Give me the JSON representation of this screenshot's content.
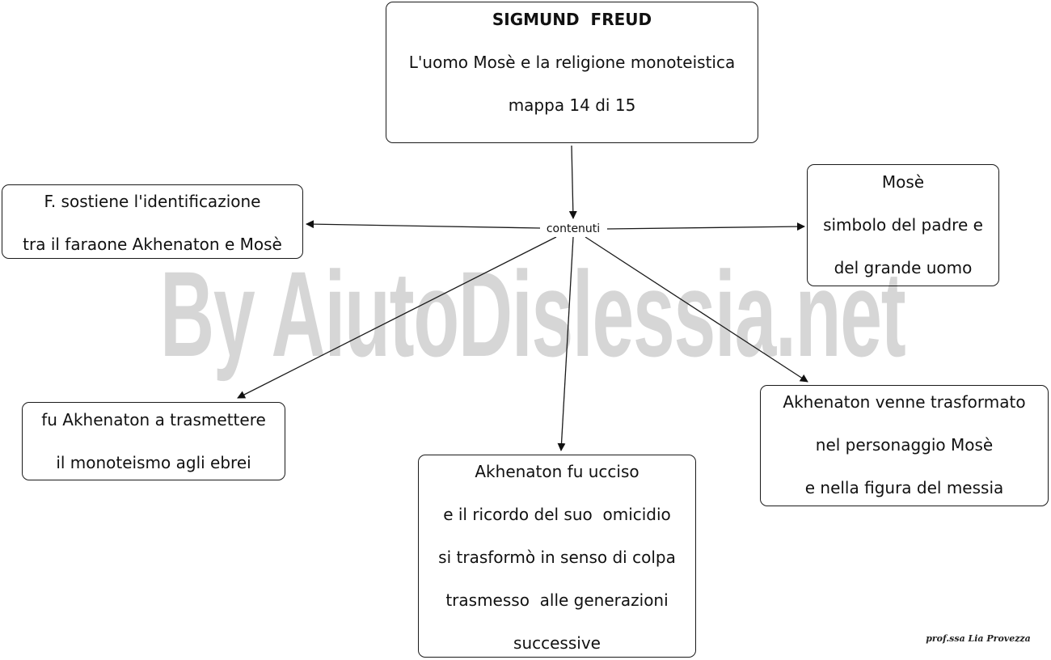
{
  "watermark": "By AiutoDislessia.net",
  "hub_label": "contenuti",
  "title_node": {
    "title": "SIGMUND  FREUD",
    "subtitle": "L'uomo Mosè e la religione monoteistica",
    "counter": "mappa 14 di 15"
  },
  "nodes": {
    "identificazione": [
      "F. sostiene l'identificazione",
      "tra il faraone Akhenaton e Mosè"
    ],
    "mose_simbolo": [
      "Mosè",
      "simbolo del padre e",
      "del grande uomo"
    ],
    "monoteismo": [
      "fu Akhenaton a trasmettere",
      "il monoteismo agli ebrei"
    ],
    "ucciso": [
      "Akhenaton fu ucciso",
      "e il ricordo del suo  omicidio",
      "si trasformò in senso di colpa",
      "trasmesso  alle generazioni",
      "successive"
    ],
    "trasformato": [
      "Akhenaton venne trasformato",
      "nel personaggio Mosè",
      "e nella figura del messia"
    ]
  },
  "signature": "prof.ssa Lia Provezza",
  "colors": {
    "stroke": "#1a1a1a",
    "text": "#111111",
    "watermark": "#d6d6d6",
    "background": "#ffffff"
  }
}
